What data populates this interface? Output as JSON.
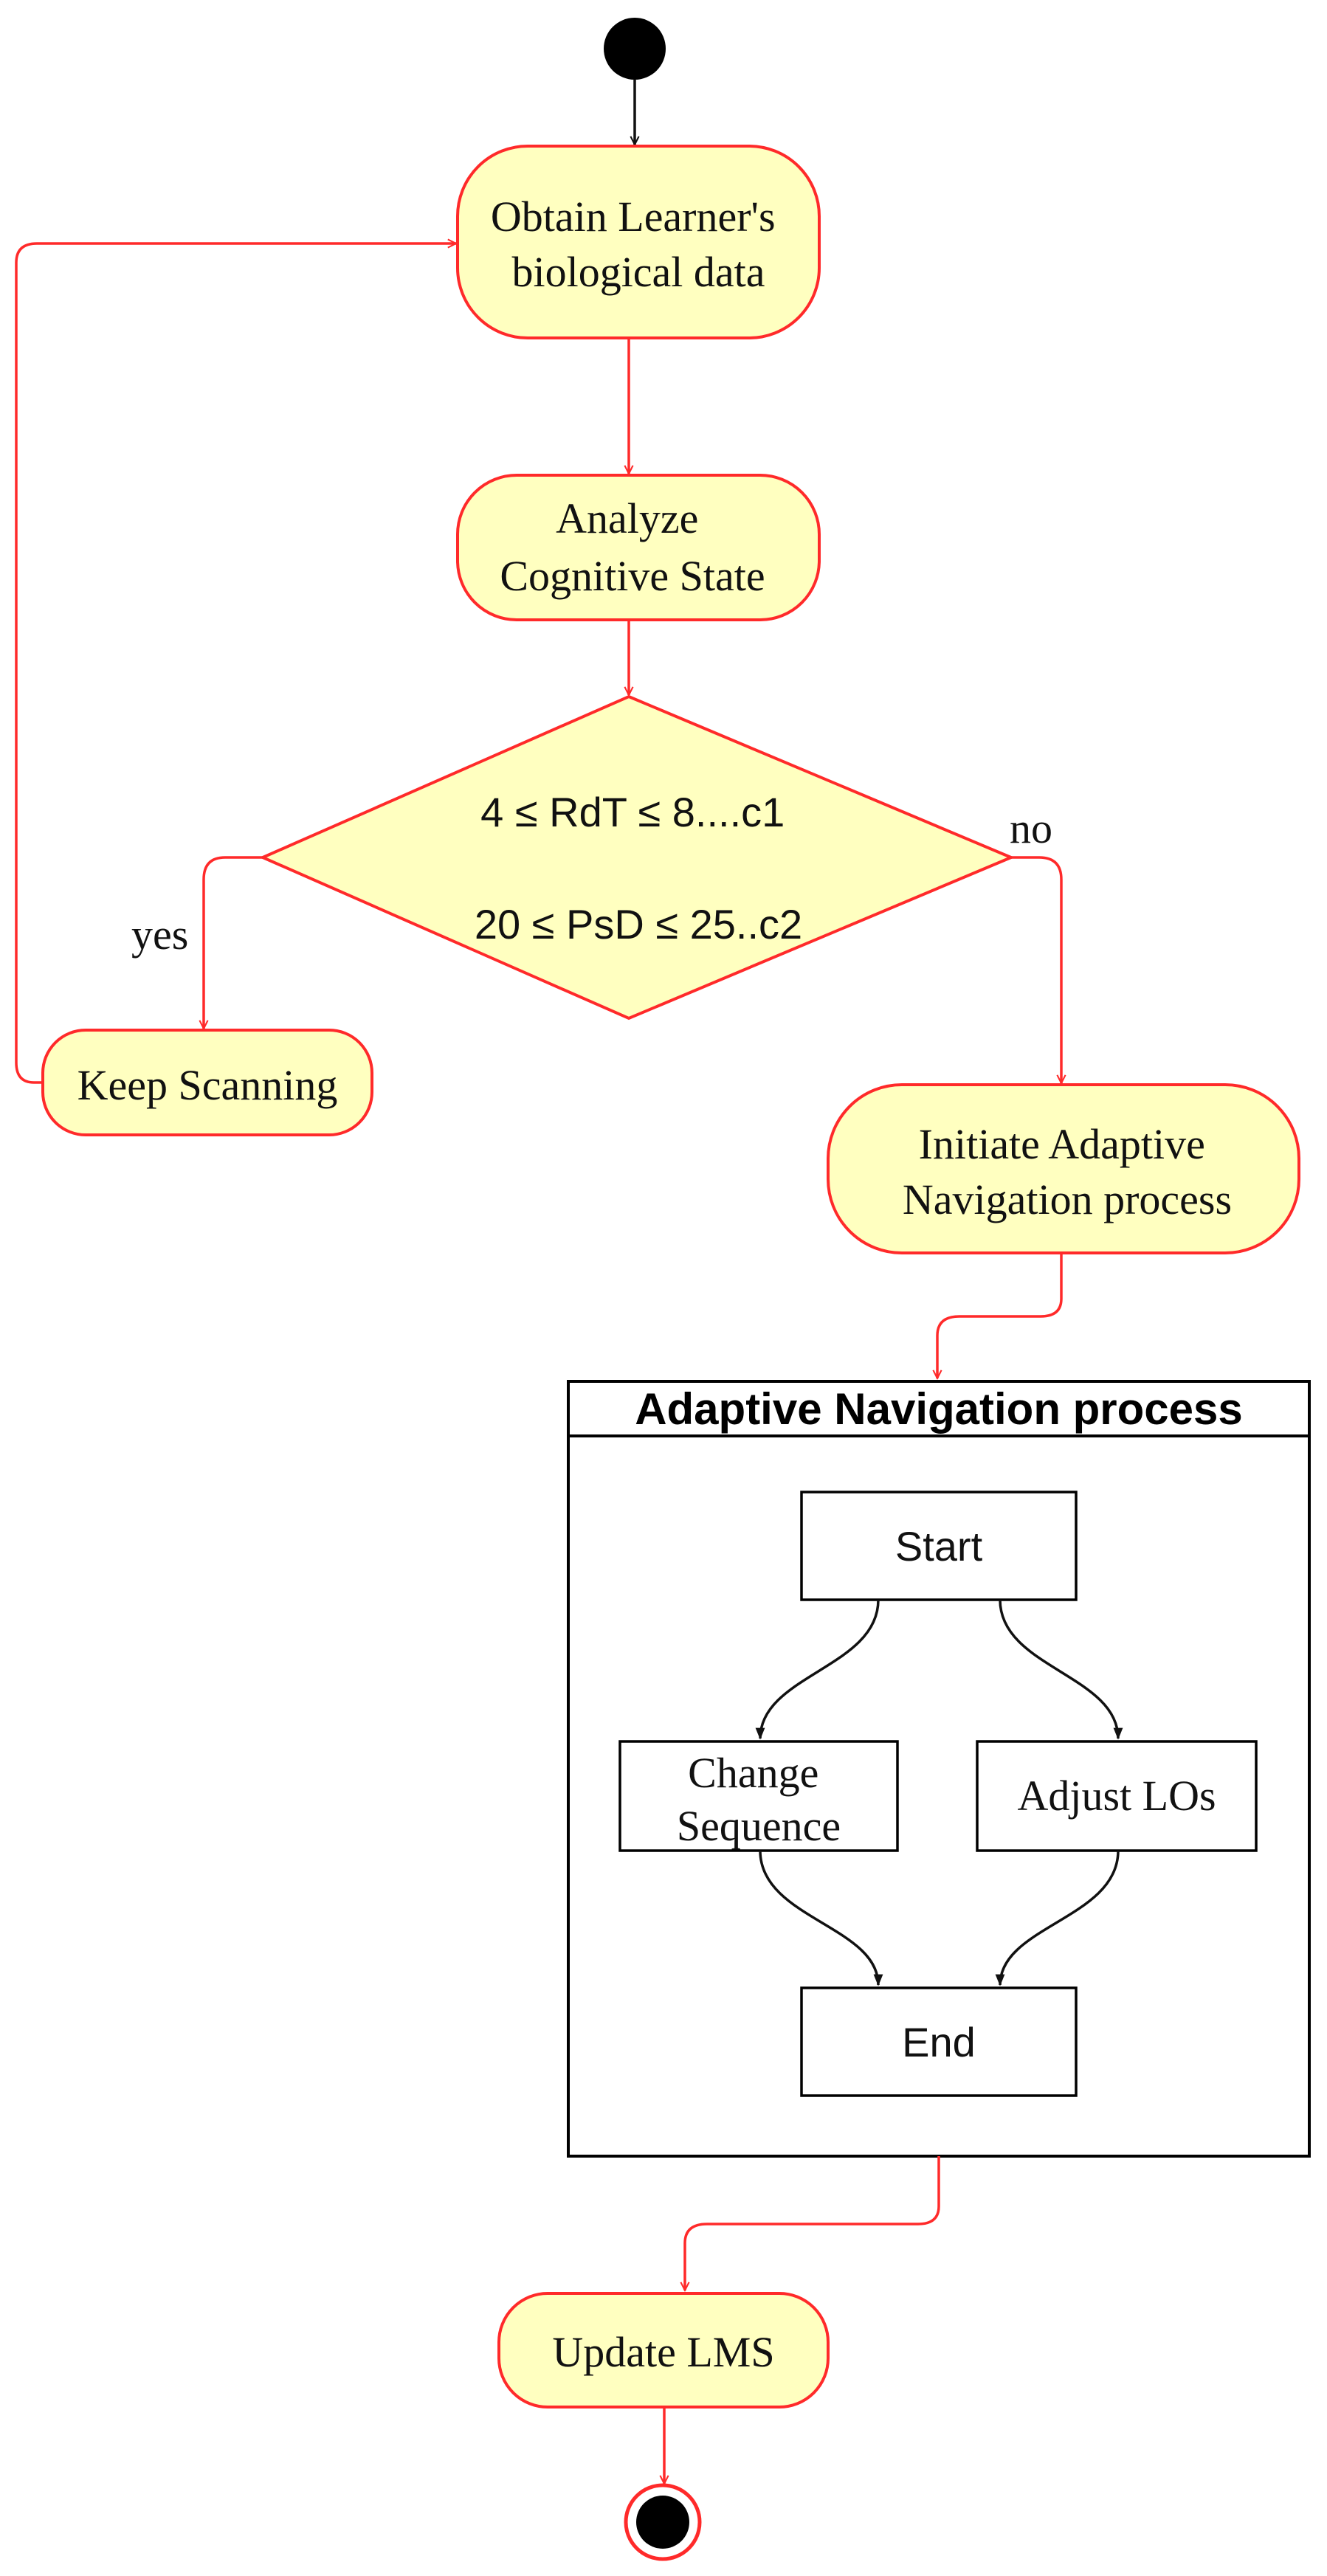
{
  "diagram": {
    "nodes": {
      "obtain": [
        "Obtain Learner's",
        "biological data"
      ],
      "analyze": [
        "Analyze",
        "Cognitive State"
      ],
      "decision": [
        "4 ≤  RdT ≤ 8....c1",
        "20 ≤ PsD ≤ 25..c2"
      ],
      "keep": "Keep Scanning",
      "initiate": [
        "Initiate Adaptive",
        "Navigation process"
      ],
      "group_title": "Adaptive Navigation process",
      "start": "Start",
      "change": [
        "Change",
        "Sequence"
      ],
      "adjust": "Adjust LOs",
      "end": "End",
      "update": "Update LMS"
    },
    "edges": {
      "yes": "yes",
      "no": "no"
    },
    "colors": {
      "activity_fill": "#ffffc0",
      "activity_stroke": "#ff2a2a",
      "flow_red": "#ff2a2a",
      "flow_black": "#111111",
      "terminal": "#000000"
    }
  }
}
